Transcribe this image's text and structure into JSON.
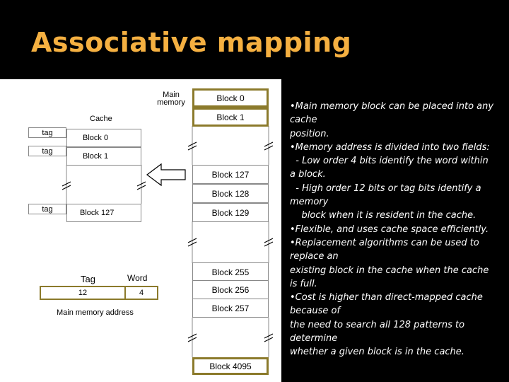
{
  "slide": {
    "title": "Associative mapping",
    "title_color": "#f5b041",
    "header_bg": "#000000",
    "text_color": "#ffffff"
  },
  "diagram": {
    "main_memory_label": "Main memory",
    "cache_label": "Cache",
    "main_blocks": [
      "Block 0",
      "Block 1",
      "Block 127",
      "Block 128",
      "Block 129",
      "Block 255",
      "Block 256",
      "Block 257",
      "Block 4095"
    ],
    "cache_tags": [
      "tag",
      "tag",
      "tag"
    ],
    "cache_blocks": [
      "Block 0",
      "Block 1",
      "Block 127"
    ],
    "address": {
      "tag_label": "Tag",
      "word_label": "Word",
      "tag_bits": "12",
      "word_bits": "4",
      "caption": "Main memory address"
    },
    "block_border_color": "#8b7a2b"
  },
  "bullets": [
    "•Main memory block can be placed into any",
    "cache",
    "position.",
    "•Memory address is divided into two fields:",
    "  - Low order 4 bits identify the word within",
    "a block.",
    "  - High order 12 bits or tag bits identify a",
    "memory",
    "    block when it is resident in the cache.",
    "•Flexible, and uses cache space efficiently.",
    "•Replacement algorithms can be used to",
    "replace an",
    "existing block in the cache when the cache",
    "is full.",
    "•Cost is higher than direct-mapped cache",
    "because of",
    "the need to search all 128 patterns to",
    "determine",
    "whether a given block is in the cache."
  ]
}
